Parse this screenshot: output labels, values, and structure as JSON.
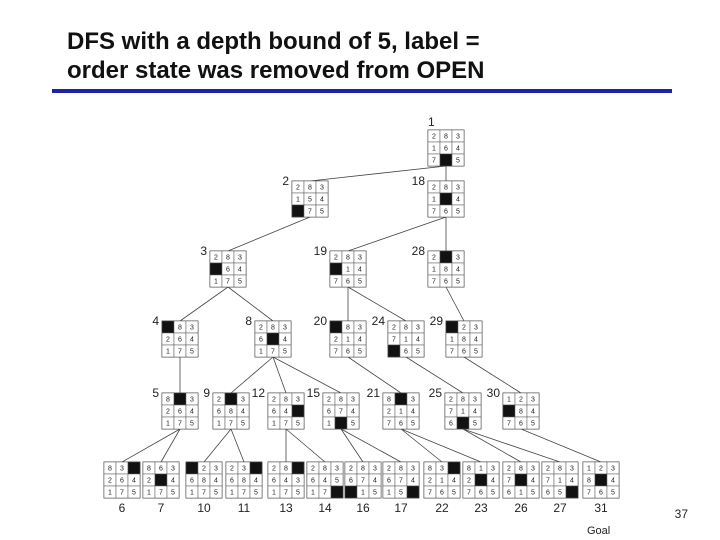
{
  "title_lines": [
    "DFS with a depth bound of 5, label =",
    "order state was removed from OPEN"
  ],
  "accent_color": "#1f24a6",
  "page_number": "37",
  "goal_label": "Goal",
  "nodes": [
    {
      "id": "n1",
      "label": "1",
      "parent": null,
      "board": [
        "2",
        "8",
        "3",
        "1",
        "6",
        "4",
        "7",
        "_",
        "5"
      ]
    },
    {
      "id": "n2",
      "label": "2",
      "parent": "n1",
      "board": [
        "2",
        "8",
        "3",
        "1",
        "5",
        "4",
        "_",
        "7",
        "5"
      ]
    },
    {
      "id": "n18",
      "label": "18",
      "parent": "n1",
      "board": [
        "2",
        "8",
        "3",
        "1",
        "_",
        "4",
        "7",
        "6",
        "5"
      ]
    },
    {
      "id": "n3",
      "label": "3",
      "parent": "n2",
      "board": [
        "2",
        "8",
        "3",
        "_",
        "6",
        "4",
        "1",
        "7",
        "5"
      ]
    },
    {
      "id": "n19",
      "label": "19",
      "parent": "n18",
      "board": [
        "2",
        "8",
        "3",
        "_",
        "1",
        "4",
        "7",
        "6",
        "5"
      ]
    },
    {
      "id": "n28",
      "label": "28",
      "parent": "n18",
      "board": [
        "2",
        "_",
        "3",
        "1",
        "8",
        "4",
        "7",
        "6",
        "5"
      ]
    },
    {
      "id": "n4",
      "label": "4",
      "parent": "n3",
      "board": [
        "_",
        "8",
        "3",
        "2",
        "6",
        "4",
        "1",
        "7",
        "5"
      ]
    },
    {
      "id": "n8",
      "label": "8",
      "parent": "n3",
      "board": [
        "2",
        "8",
        "3",
        "6",
        "_",
        "4",
        "1",
        "7",
        "5"
      ]
    },
    {
      "id": "n20",
      "label": "20",
      "parent": "n19",
      "board": [
        "_",
        "8",
        "3",
        "2",
        "1",
        "4",
        "7",
        "6",
        "5"
      ]
    },
    {
      "id": "n24",
      "label": "24",
      "parent": "n19",
      "board": [
        "2",
        "8",
        "3",
        "7",
        "1",
        "4",
        "_",
        "6",
        "5"
      ]
    },
    {
      "id": "n29",
      "label": "29",
      "parent": "n28",
      "board": [
        "_",
        "2",
        "3",
        "1",
        "8",
        "4",
        "7",
        "6",
        "5"
      ]
    },
    {
      "id": "n5",
      "label": "5",
      "parent": "n4",
      "board": [
        "8",
        "_",
        "3",
        "2",
        "6",
        "4",
        "1",
        "7",
        "5"
      ]
    },
    {
      "id": "n9",
      "label": "9",
      "parent": "n8",
      "board": [
        "2",
        "_",
        "3",
        "6",
        "8",
        "4",
        "1",
        "7",
        "5"
      ]
    },
    {
      "id": "n12",
      "label": "12",
      "parent": "n8",
      "board": [
        "2",
        "8",
        "3",
        "6",
        "4",
        "_",
        "1",
        "7",
        "5"
      ]
    },
    {
      "id": "n15",
      "label": "15",
      "parent": "n8",
      "board": [
        "2",
        "8",
        "3",
        "6",
        "7",
        "4",
        "1",
        "_",
        "5"
      ]
    },
    {
      "id": "n21",
      "label": "21",
      "parent": "n20",
      "board": [
        "8",
        "_",
        "3",
        "2",
        "1",
        "4",
        "7",
        "6",
        "5"
      ]
    },
    {
      "id": "n25",
      "label": "25",
      "parent": "n24",
      "board": [
        "2",
        "8",
        "3",
        "7",
        "1",
        "4",
        "6",
        "_",
        "5"
      ]
    },
    {
      "id": "n30",
      "label": "30",
      "parent": "n29",
      "board": [
        "1",
        "2",
        "3",
        "_",
        "8",
        "4",
        "7",
        "6",
        "5"
      ]
    },
    {
      "id": "n6",
      "label": "6",
      "parent": "n5",
      "board": [
        "8",
        "3",
        "_",
        "2",
        "6",
        "4",
        "1",
        "7",
        "5"
      ]
    },
    {
      "id": "n7",
      "label": "7",
      "parent": "n5",
      "board": [
        "8",
        "6",
        "3",
        "2",
        "_",
        "4",
        "1",
        "7",
        "5"
      ]
    },
    {
      "id": "n10",
      "label": "10",
      "parent": "n9",
      "board": [
        "_",
        "2",
        "3",
        "6",
        "8",
        "4",
        "1",
        "7",
        "5"
      ]
    },
    {
      "id": "n11",
      "label": "11",
      "parent": "n9",
      "board": [
        "2",
        "3",
        "_",
        "6",
        "8",
        "4",
        "1",
        "7",
        "5"
      ]
    },
    {
      "id": "n13",
      "label": "13",
      "parent": "n12",
      "board": [
        "2",
        "8",
        "_",
        "6",
        "4",
        "3",
        "1",
        "7",
        "5"
      ]
    },
    {
      "id": "n14",
      "label": "14",
      "parent": "n12",
      "board": [
        "2",
        "8",
        "3",
        "6",
        "4",
        "5",
        "1",
        "7",
        "_"
      ]
    },
    {
      "id": "n16",
      "label": "16",
      "parent": "n15",
      "board": [
        "2",
        "8",
        "3",
        "6",
        "7",
        "4",
        "_",
        "1",
        "5"
      ]
    },
    {
      "id": "n17",
      "label": "17",
      "parent": "n15",
      "board": [
        "2",
        "8",
        "3",
        "6",
        "7",
        "4",
        "1",
        "5",
        "_"
      ]
    },
    {
      "id": "n22",
      "label": "22",
      "parent": "n21",
      "board": [
        "8",
        "3",
        "_",
        "2",
        "1",
        "4",
        "7",
        "6",
        "5"
      ]
    },
    {
      "id": "n23",
      "label": "23",
      "parent": "n21",
      "board": [
        "8",
        "1",
        "3",
        "2",
        "_",
        "4",
        "7",
        "6",
        "5"
      ]
    },
    {
      "id": "n26",
      "label": "26",
      "parent": "n25",
      "board": [
        "2",
        "8",
        "3",
        "7",
        "_",
        "4",
        "6",
        "1",
        "5"
      ]
    },
    {
      "id": "n27",
      "label": "27",
      "parent": "n25",
      "board": [
        "2",
        "8",
        "3",
        "7",
        "1",
        "4",
        "6",
        "5",
        "_"
      ]
    },
    {
      "id": "n31",
      "label": "31",
      "parent": "n30",
      "board": [
        "1",
        "2",
        "3",
        "8",
        "_",
        "4",
        "7",
        "6",
        "5"
      ]
    }
  ]
}
